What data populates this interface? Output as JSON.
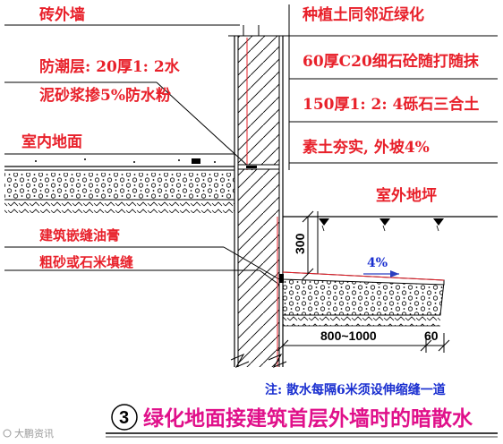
{
  "labels_left": {
    "brick_wall": "砖外墙",
    "moisture_layer_line1": "防潮层: 20厚1: 2水",
    "moisture_layer_line2": "泥砂浆掺5%防水粉",
    "indoor_floor": "室内地面",
    "asphalt_caulk": "建筑嵌缝油膏",
    "sand_fill": "粗砂或石米填缝"
  },
  "labels_right": {
    "planting_soil": "种植土同邻近绿化",
    "concrete_layer": "60厚C20细石砼随打随抹",
    "gravel_layer": "150厚1: 2: 4砾石三合土",
    "compacted_soil": "素土夯实, 外坡4%",
    "outdoor_ground": "室外地坪"
  },
  "dimensions": {
    "height_300": "300",
    "slope": "4%",
    "width_range": "800~1000",
    "edge_60": "60"
  },
  "note": "注: 散水每隔6米须设伸缩缝一道",
  "title": {
    "number": "3",
    "text": "绿化地面接建筑首层外墙时的暗散水"
  },
  "watermark": "大鹏资讯",
  "colors": {
    "red_label": "#e8202a",
    "blue_note": "#1a2fd0",
    "magenta_title": "#e0108a",
    "line": "#000000",
    "dim_line": "#2a3fc0"
  }
}
